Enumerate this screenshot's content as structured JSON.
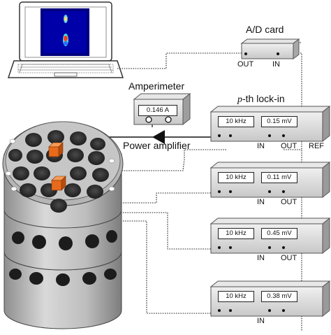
{
  "labels": {
    "ad_card": "A/D card",
    "ad_out": "OUT",
    "ad_in": "IN",
    "amperimeter": "Amperimeter",
    "amperimeter_reading": "0.146 A",
    "power_amplifier": "Power amplifier",
    "lockin_title_italic": "p",
    "lockin_title_rest": "-th lock-in"
  },
  "lockins": [
    {
      "freq": "10 kHz",
      "voltage": "0.15 mV",
      "in": "IN",
      "out": "OUT",
      "ref": "REF"
    },
    {
      "freq": "10 kHz",
      "voltage": "0.11 mV",
      "in": "IN",
      "out": "OUT",
      "ref": ""
    },
    {
      "freq": "10 kHz",
      "voltage": "0.45 mV",
      "in": "IN",
      "out": "OUT",
      "ref": ""
    },
    {
      "freq": "10 kHz",
      "voltage": "0.38 mV",
      "in": "IN",
      "out": "",
      "ref": ""
    }
  ],
  "colors": {
    "device_body": "#dcdcdc",
    "device_edge": "#6b6b6b",
    "screen_bg": "#00008f",
    "coil_orange": "#e86a1c",
    "cylinder_metal": "#b9b9b9"
  }
}
